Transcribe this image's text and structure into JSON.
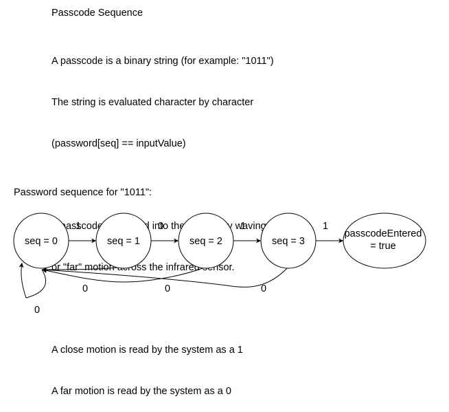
{
  "title": "Passcode Sequence",
  "description_lines": [
    "A passcode is a binary string (for example: \"1011\")",
    "The string is evaluated character by character",
    "(password[seq] == inputValue)",
    "",
    "A passcode is entered into the system by waving a \"close\"",
    "or \"far\" motion across the infrared sensor.",
    "",
    "A close motion is read by the system as a 1",
    "A far motion is read by the system as a 0"
  ],
  "sequence_heading": "Password sequence for \"1011\":",
  "nodes": [
    {
      "id": "s0",
      "label": "seq = 0"
    },
    {
      "id": "s1",
      "label": "seq = 1"
    },
    {
      "id": "s2",
      "label": "seq = 2"
    },
    {
      "id": "s3",
      "label": "seq = 3"
    },
    {
      "id": "done",
      "label_lines": [
        "passcodeEntered",
        "= true"
      ]
    }
  ],
  "edges": [
    {
      "from": "s0",
      "to": "s1",
      "label": "1"
    },
    {
      "from": "s1",
      "to": "s2",
      "label": "0"
    },
    {
      "from": "s2",
      "to": "s3",
      "label": "1"
    },
    {
      "from": "s3",
      "to": "done",
      "label": "1"
    },
    {
      "from": "s1",
      "to": "s0",
      "label": "0"
    },
    {
      "from": "s2",
      "to": "s0",
      "label": "0"
    },
    {
      "from": "s3",
      "to": "s0",
      "label": "0"
    },
    {
      "from": "s0",
      "to": "s0",
      "label": "0"
    }
  ]
}
